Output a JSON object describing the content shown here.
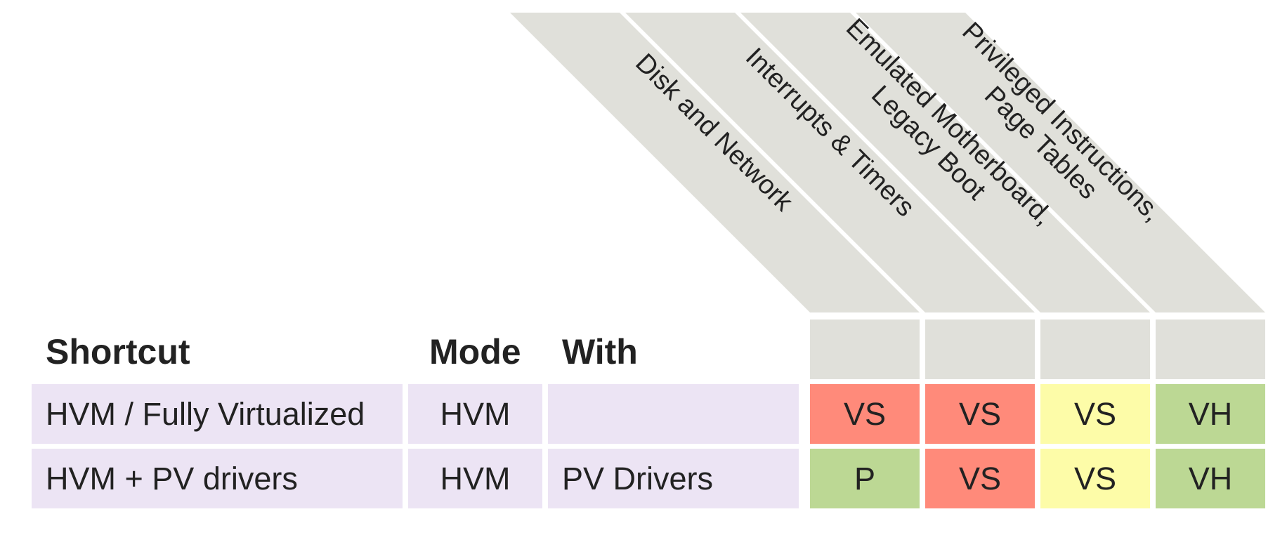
{
  "colors": {
    "header_bg": "#e0e0da",
    "row_bg": "#ece4f4",
    "red": "#ff8a7a",
    "yellow": "#fdfca8",
    "green": "#bcd894",
    "text": "#222222"
  },
  "table": {
    "headers": {
      "shortcut": "Shortcut",
      "mode": "Mode",
      "with": "With"
    },
    "columns": [
      {
        "lines": [
          "Disk and Network"
        ]
      },
      {
        "lines": [
          "Interrupts & Timers"
        ]
      },
      {
        "lines": [
          "Emulated Motherboard,",
          "Legacy Boot"
        ]
      },
      {
        "lines": [
          "Privileged Instructions,",
          "Page Tables"
        ]
      }
    ],
    "rows": [
      {
        "shortcut": "HVM / Fully Virtualized",
        "mode": "HVM",
        "with": "",
        "cells": [
          {
            "value": "VS",
            "color": "red"
          },
          {
            "value": "VS",
            "color": "red"
          },
          {
            "value": "VS",
            "color": "yellow"
          },
          {
            "value": "VH",
            "color": "green"
          }
        ]
      },
      {
        "shortcut": "HVM + PV drivers",
        "mode": "HVM",
        "with": "PV Drivers",
        "cells": [
          {
            "value": "P",
            "color": "green"
          },
          {
            "value": "VS",
            "color": "red"
          },
          {
            "value": "VS",
            "color": "yellow"
          },
          {
            "value": "VH",
            "color": "green"
          }
        ]
      }
    ]
  }
}
